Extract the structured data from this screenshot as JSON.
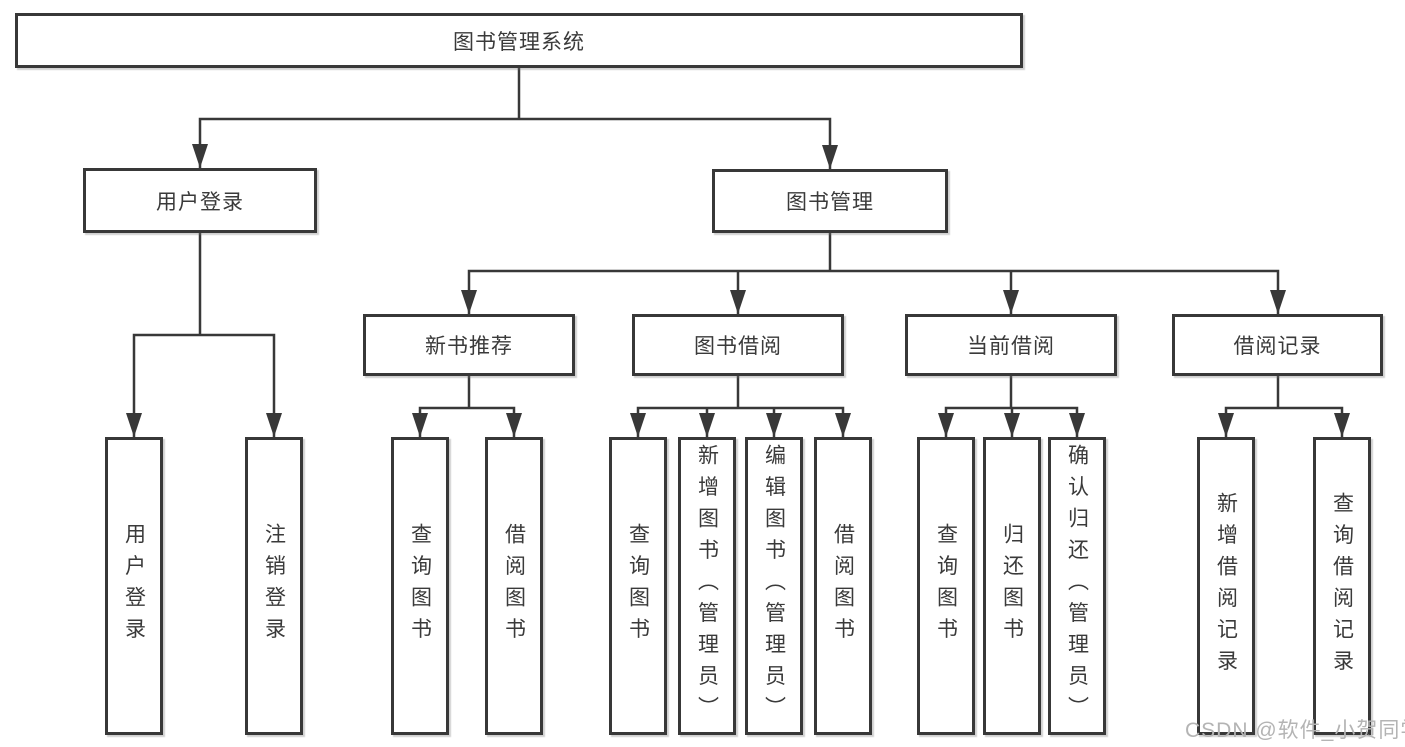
{
  "page": {
    "background": "#ffffff",
    "watermark": "CSDN @软件_小贺同学"
  },
  "colors": {
    "line": "#383838",
    "box_border": "#383838",
    "box_fill": "#ffffff",
    "text": "#3a3a3a",
    "watermark_text": "#b4b4b4"
  },
  "diagram": {
    "type": "hierarchy-functional-decomposition",
    "root": {
      "label": "图书管理系统"
    },
    "branches": [
      {
        "label": "用户登录",
        "leaves": [
          {
            "label": "用户登录"
          },
          {
            "label": "注销登录"
          }
        ]
      },
      {
        "label": "图书管理",
        "groups": [
          {
            "label": "新书推荐",
            "leaves": [
              {
                "label": "查询图书"
              },
              {
                "label": "借阅图书"
              }
            ]
          },
          {
            "label": "图书借阅",
            "leaves": [
              {
                "label": "查询图书"
              },
              {
                "label": "新增图书（管理员）"
              },
              {
                "label": "编辑图书（管理员）"
              },
              {
                "label": "借阅图书"
              }
            ]
          },
          {
            "label": "当前借阅",
            "leaves": [
              {
                "label": "查询图书"
              },
              {
                "label": "归还图书"
              },
              {
                "label": "确认归还（管理员）"
              }
            ]
          },
          {
            "label": "借阅记录",
            "leaves": [
              {
                "label": "新增借阅记录"
              },
              {
                "label": "查询借阅记录"
              }
            ]
          }
        ]
      }
    ]
  }
}
